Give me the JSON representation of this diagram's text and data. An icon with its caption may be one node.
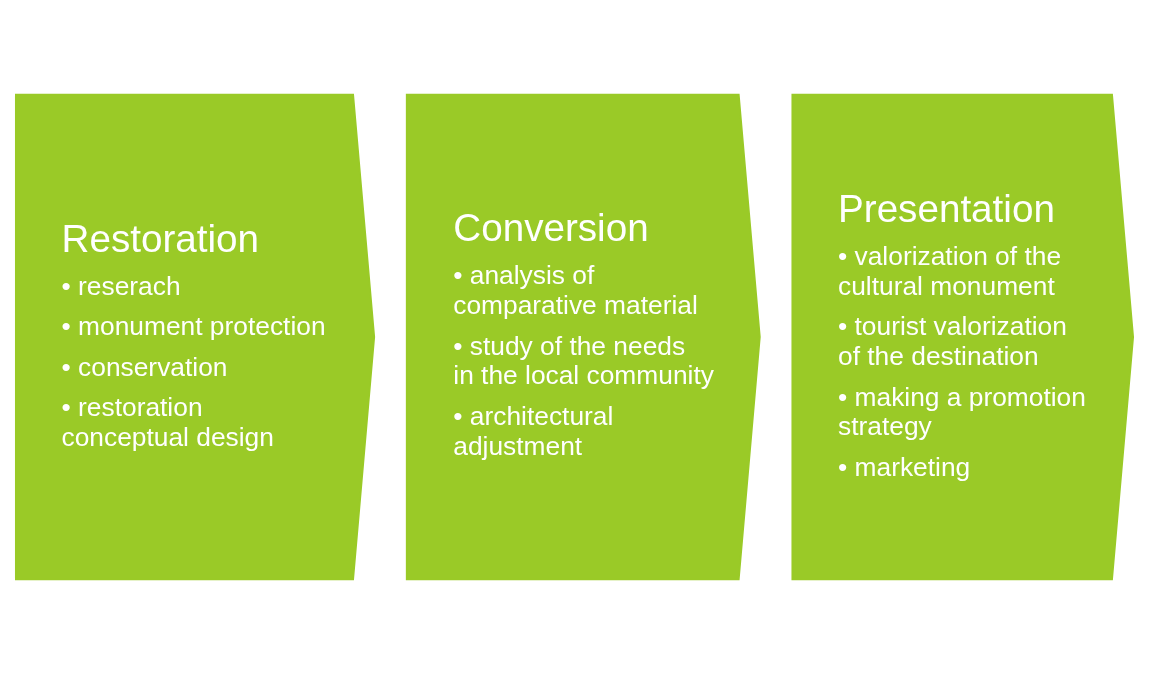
{
  "diagram": {
    "nodes": [
      {
        "text": [
          "Restoration",
          "• reserach",
          "• monument protection",
          "• conservation",
          "• restoration conceptual design"
        ]
      },
      {
        "text": [
          "Conversion",
          "• analysis of comparative material",
          "• study of the needs in the local community",
          "• architectural adjustment"
        ]
      },
      {
        "text": [
          "Presentation",
          "• valorization of the cultural monument",
          "• tourist valorization of the destination",
          "• making a promotion strategy",
          "• marketing"
        ]
      }
    ],
    "edges": []
  }
}
